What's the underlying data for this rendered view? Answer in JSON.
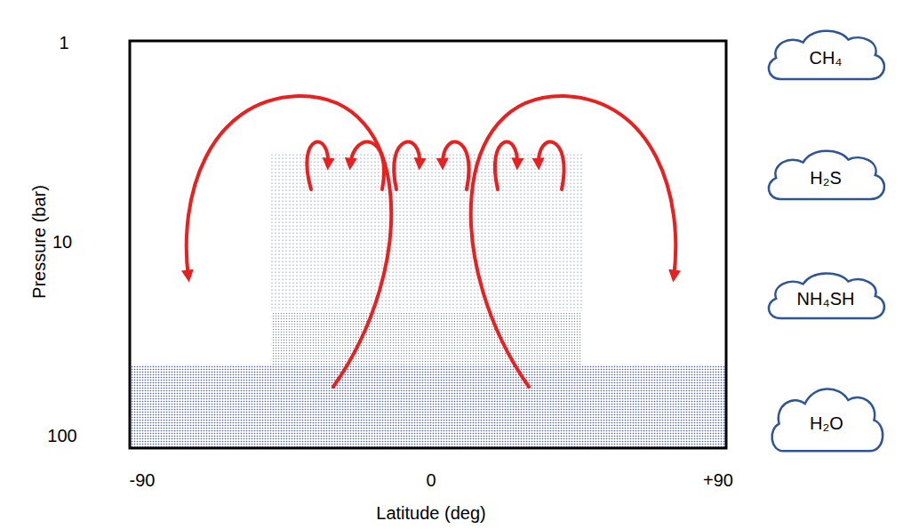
{
  "diagram": {
    "nodes": [
      {
        "text": [
          "CH₄"
        ]
      },
      {
        "text": [
          "H₂S"
        ]
      },
      {
        "text": [
          "NH₄SH"
        ]
      },
      {
        "text": [
          "H₂O"
        ]
      }
    ],
    "labels": [
      "1",
      "10",
      "100",
      "Pressure (bar)",
      "-90",
      "0",
      "+90",
      "Latitude (deg)"
    ]
  }
}
